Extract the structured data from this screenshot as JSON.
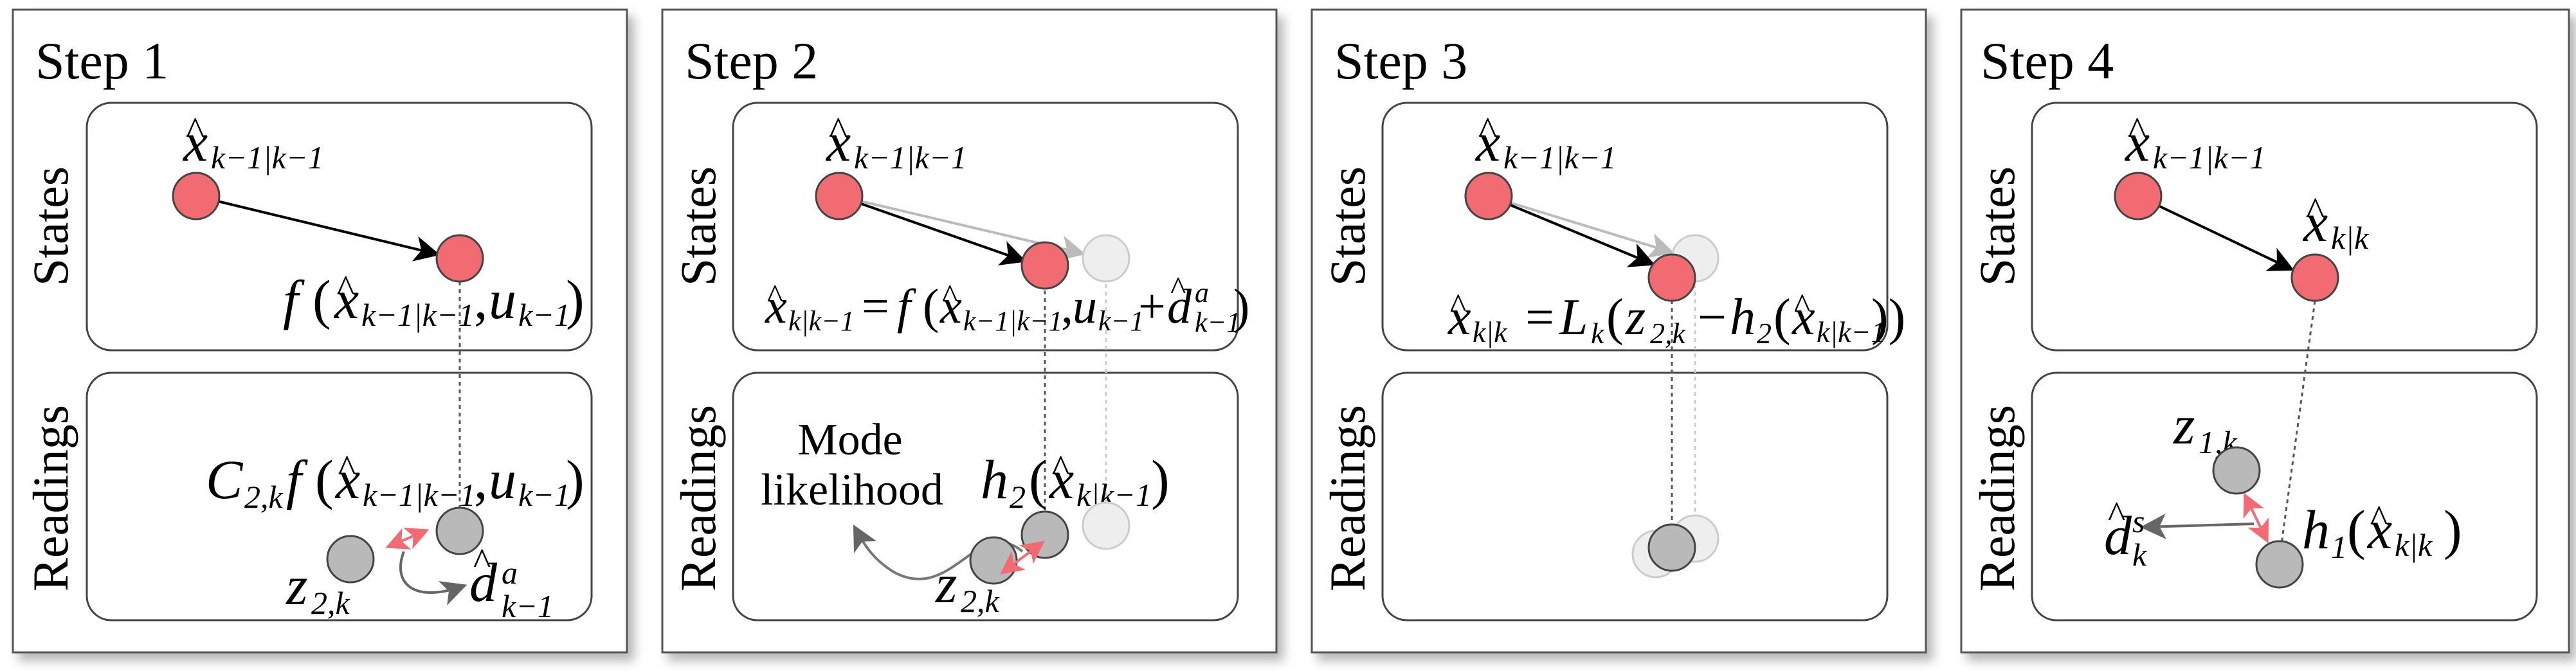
{
  "steps": [
    {
      "title": "Step 1",
      "states_label": "States",
      "readings_label": "Readings",
      "prev_state": {
        "base": "x",
        "sub": "k−1|k−1"
      },
      "f_expr": {
        "f": "f",
        "x": "x",
        "xsub": "k−1|k−1",
        "comma": ",",
        "u": "u",
        "usub": "k−1"
      },
      "c_expr": {
        "C": "C",
        "Csub": "2,k",
        "f": "f",
        "x": "x",
        "xsub": "k−1|k−1",
        "comma": ",",
        "u": "u",
        "usub": "k−1"
      },
      "z_label": {
        "base": "z",
        "sub": "2,k"
      },
      "d_label": {
        "base": "d",
        "sup": "a",
        "sub": "k−1"
      }
    },
    {
      "title": "Step 2",
      "states_label": "States",
      "readings_label": "Readings",
      "prev_state": {
        "base": "x",
        "sub": "k−1|k−1"
      },
      "pred_expr": {
        "lhs": "x",
        "lhssub": "k|k−1",
        "eq": "=",
        "f": "f",
        "x": "x",
        "xsub": "k−1|k−1",
        "comma": ",",
        "u": "u",
        "usub": "k−1",
        "plus": "+",
        "d": "d",
        "dsup": "a",
        "dsub": "k−1"
      },
      "h_expr": {
        "h": "h",
        "hsub": "2",
        "x": "x",
        "xsub": "k|k−1"
      },
      "mode_line1": "Mode",
      "mode_line2": "likelihood",
      "z_label": {
        "base": "z",
        "sub": "2,k"
      }
    },
    {
      "title": "Step 3",
      "states_label": "States",
      "readings_label": "Readings",
      "prev_state": {
        "base": "x",
        "sub": "k−1|k−1"
      },
      "update_expr": {
        "lhs": "x",
        "lhssub": "k|k",
        "eq": "=",
        "L": "L",
        "Lsub": "k",
        "z": "z",
        "zsub": "2,k",
        "minus": "−",
        "h": "h",
        "hsub": "2",
        "x": "x",
        "xsub": "k|k−1"
      }
    },
    {
      "title": "Step 4",
      "states_label": "States",
      "readings_label": "Readings",
      "prev_state": {
        "base": "x",
        "sub": "k−1|k−1"
      },
      "post_state": {
        "base": "x",
        "sub": "k|k"
      },
      "z_label": {
        "base": "z",
        "sub": "1,k"
      },
      "d_label": {
        "base": "d",
        "sup": "s",
        "sub": "k"
      },
      "h_expr": {
        "h": "h",
        "hsub": "1",
        "x": "x",
        "xsub": "k|k"
      }
    }
  ],
  "colors": {
    "state_node": "#f26b73",
    "reading_node": "#b9b9b9",
    "faded_node": "#eeeeee",
    "arrow_red": "#f26b73",
    "frame_stroke": "#555555"
  }
}
